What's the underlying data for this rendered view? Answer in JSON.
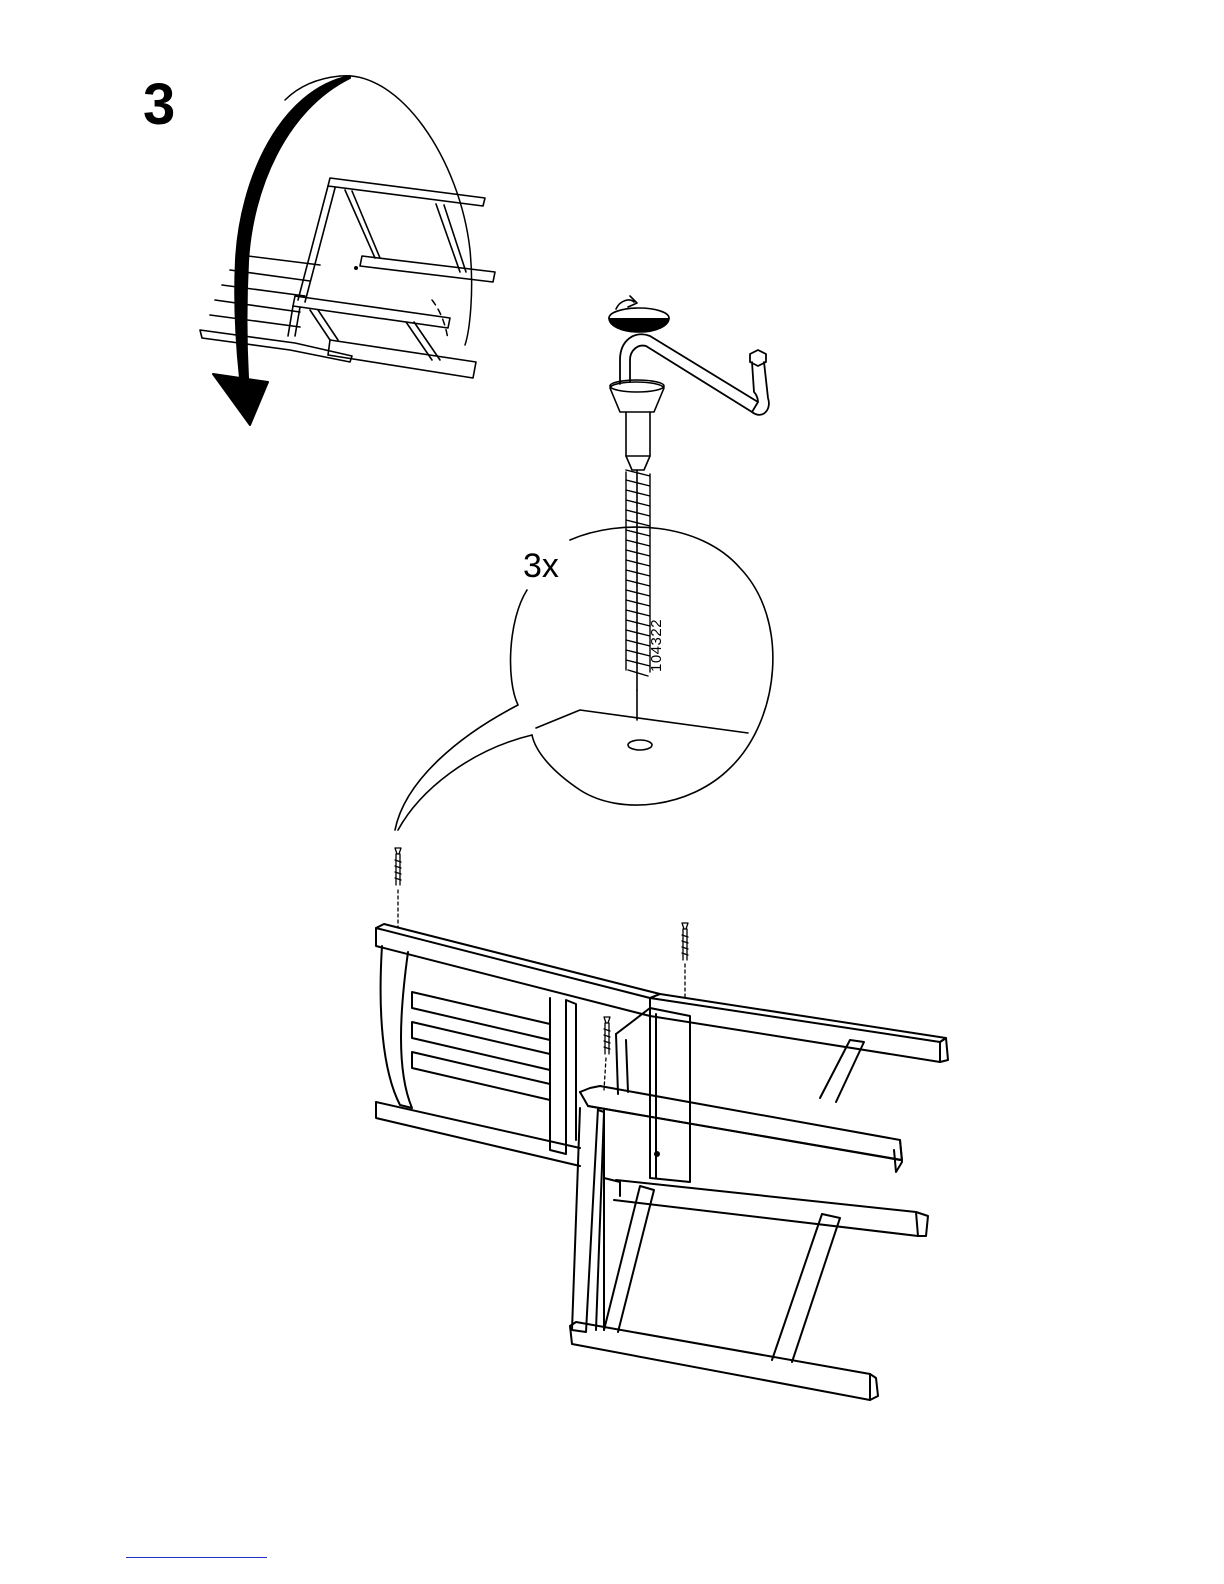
{
  "step": {
    "number": "3"
  },
  "callout": {
    "quantity": "3x",
    "part_number": "104322"
  },
  "colors": {
    "ink": "#000000",
    "paper": "#ffffff",
    "footer_rule": "#2233cc"
  },
  "icons": [
    "rotate-arrow-icon",
    "turn-clockwise-icon",
    "allen-key-icon",
    "screw-icon"
  ]
}
